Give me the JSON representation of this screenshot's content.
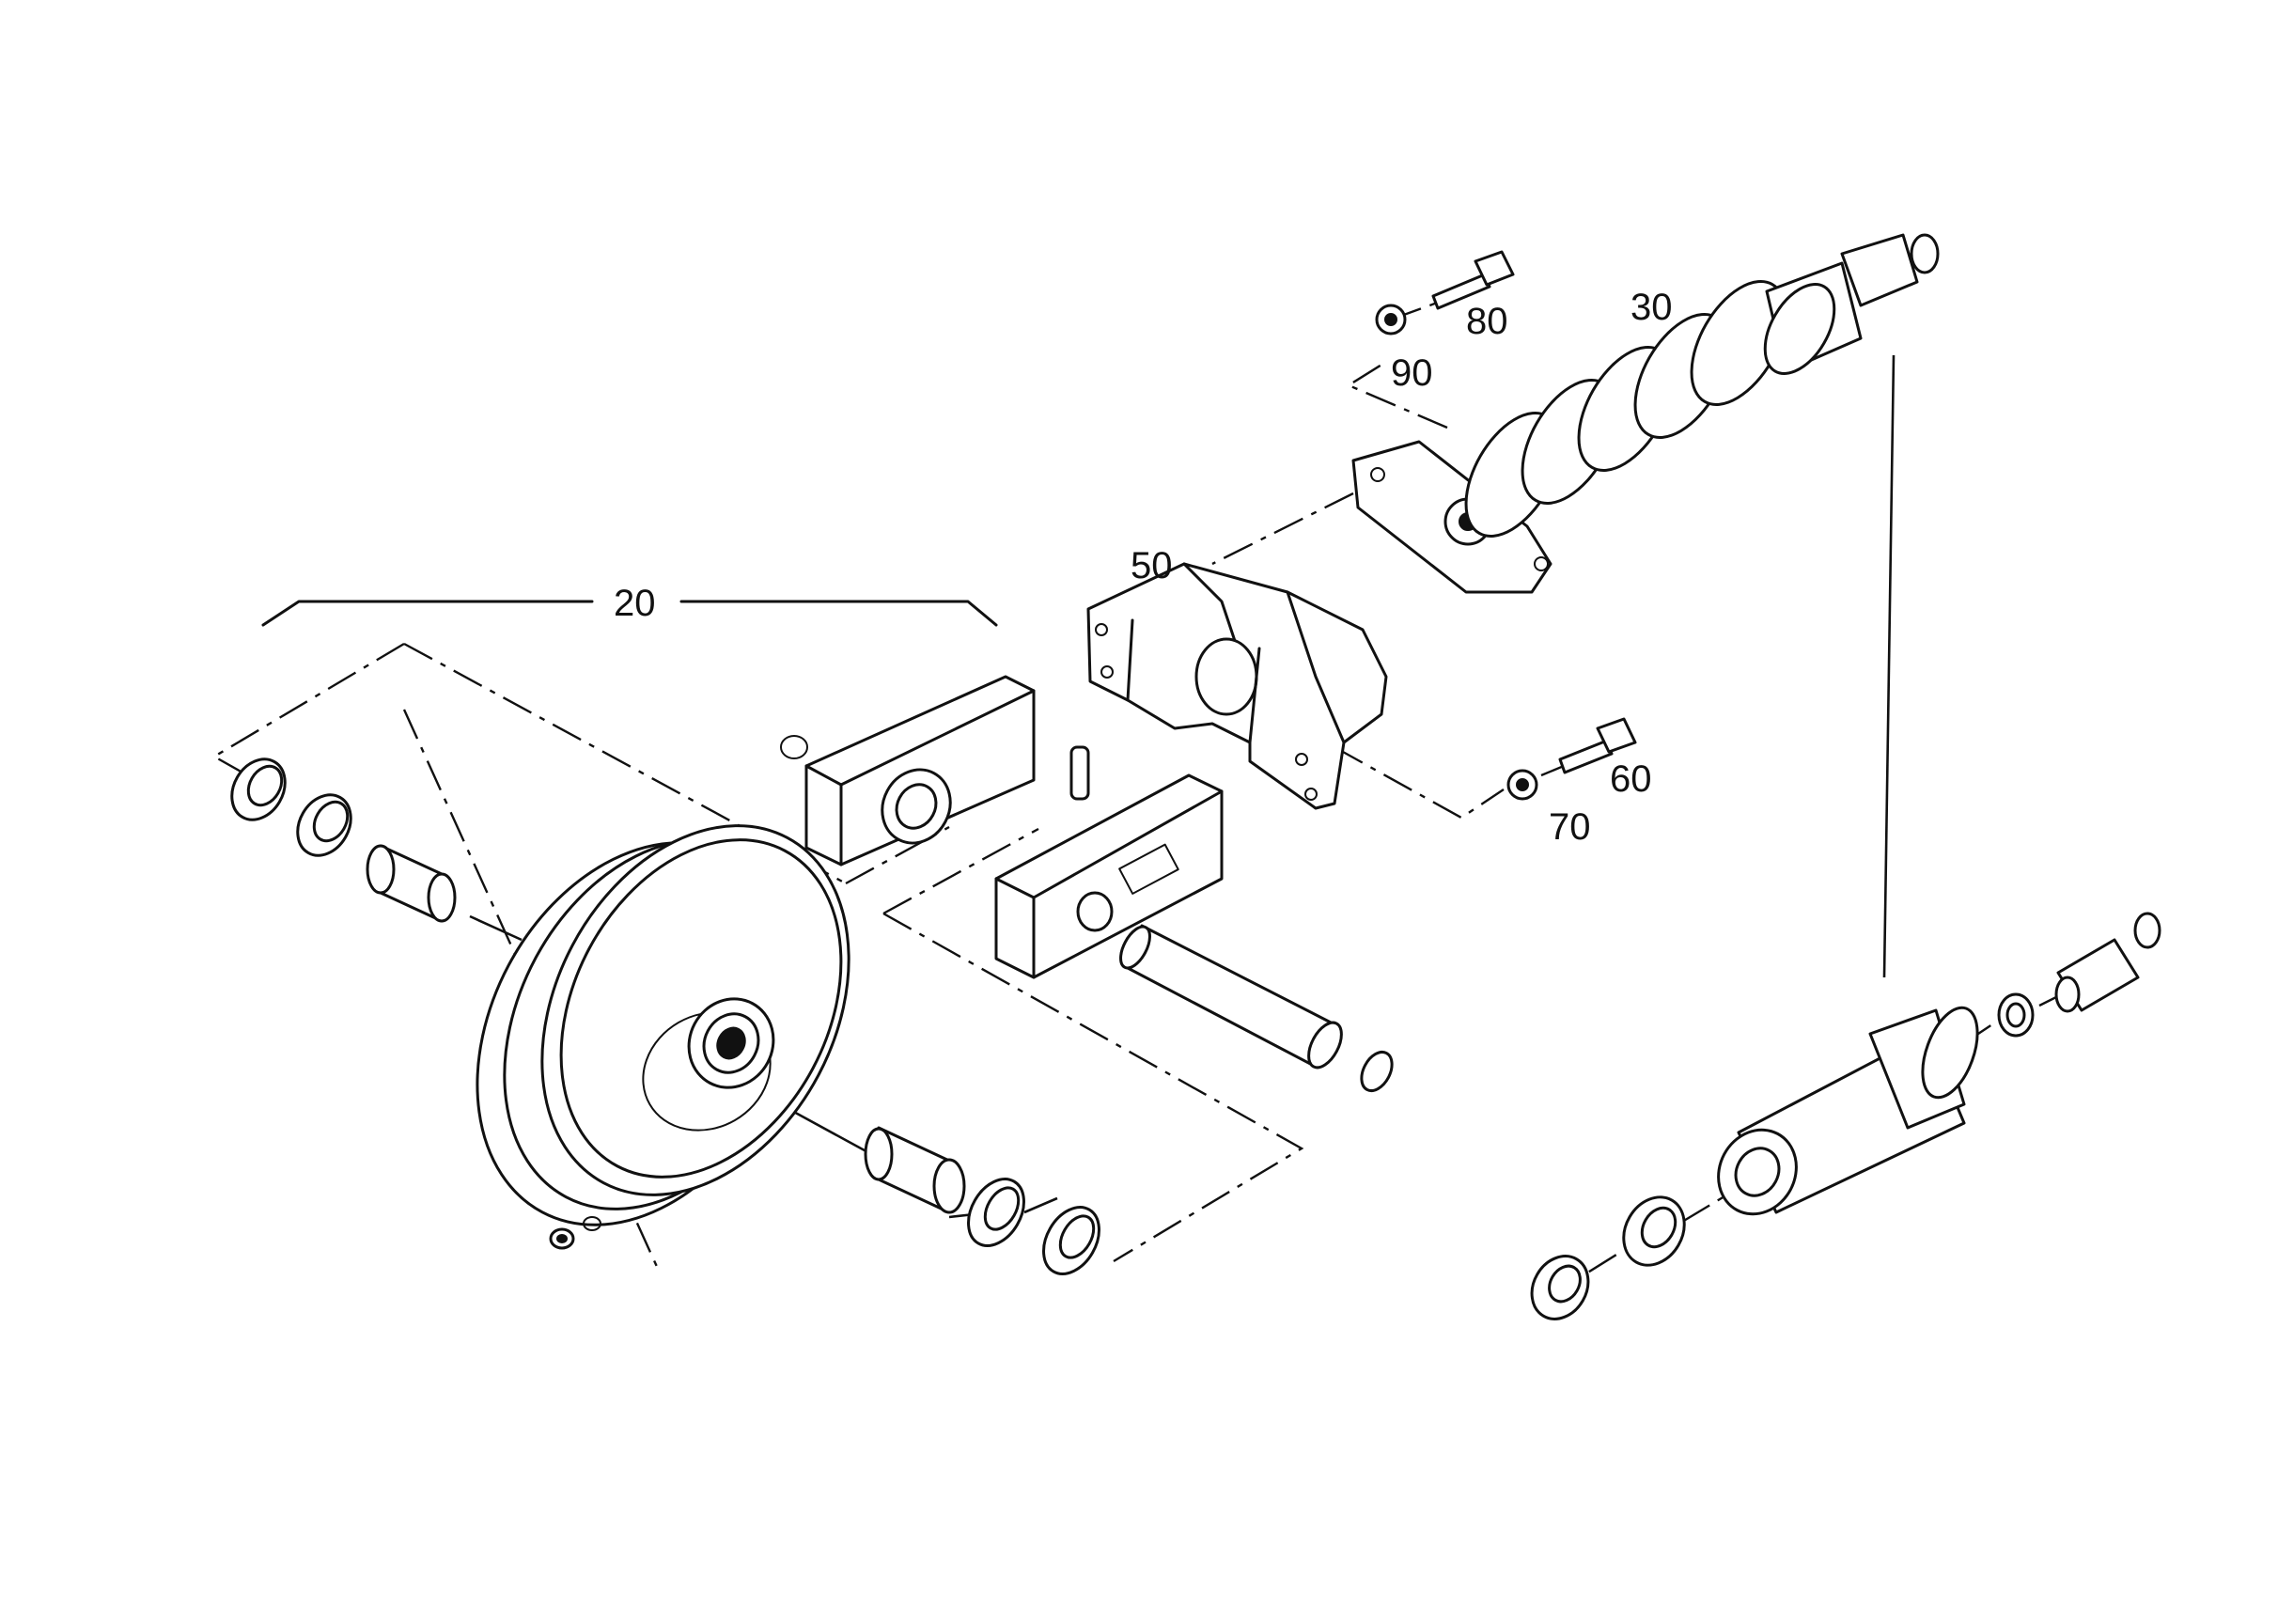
{
  "diagram": {
    "callouts": [
      {
        "id": "c20",
        "text": "20"
      },
      {
        "id": "c30",
        "text": "30"
      },
      {
        "id": "c50",
        "text": "50"
      },
      {
        "id": "c60",
        "text": "60"
      },
      {
        "id": "c70",
        "text": "70"
      },
      {
        "id": "c80",
        "text": "80"
      },
      {
        "id": "c90",
        "text": "90"
      }
    ]
  },
  "colors": {
    "ink": "#111111",
    "paper": "#ffffff"
  }
}
